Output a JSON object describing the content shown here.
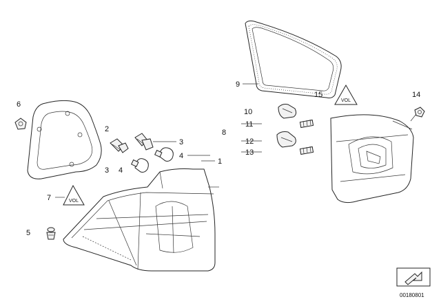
{
  "diagram": {
    "callouts": {
      "c1": "1",
      "c2": "2",
      "c3a": "3",
      "c3b": "3",
      "c4a": "4",
      "c4b": "4",
      "c5": "5",
      "c6": "6",
      "c7": "7",
      "c8": "8",
      "c9": "9",
      "c10": "10",
      "c11": "11",
      "c12": "12",
      "c13": "13",
      "c14": "14",
      "c15": "15"
    },
    "warning_label": "VOL",
    "image_code": "00180801"
  },
  "colors": {
    "line": "#222222",
    "background": "#ffffff"
  }
}
